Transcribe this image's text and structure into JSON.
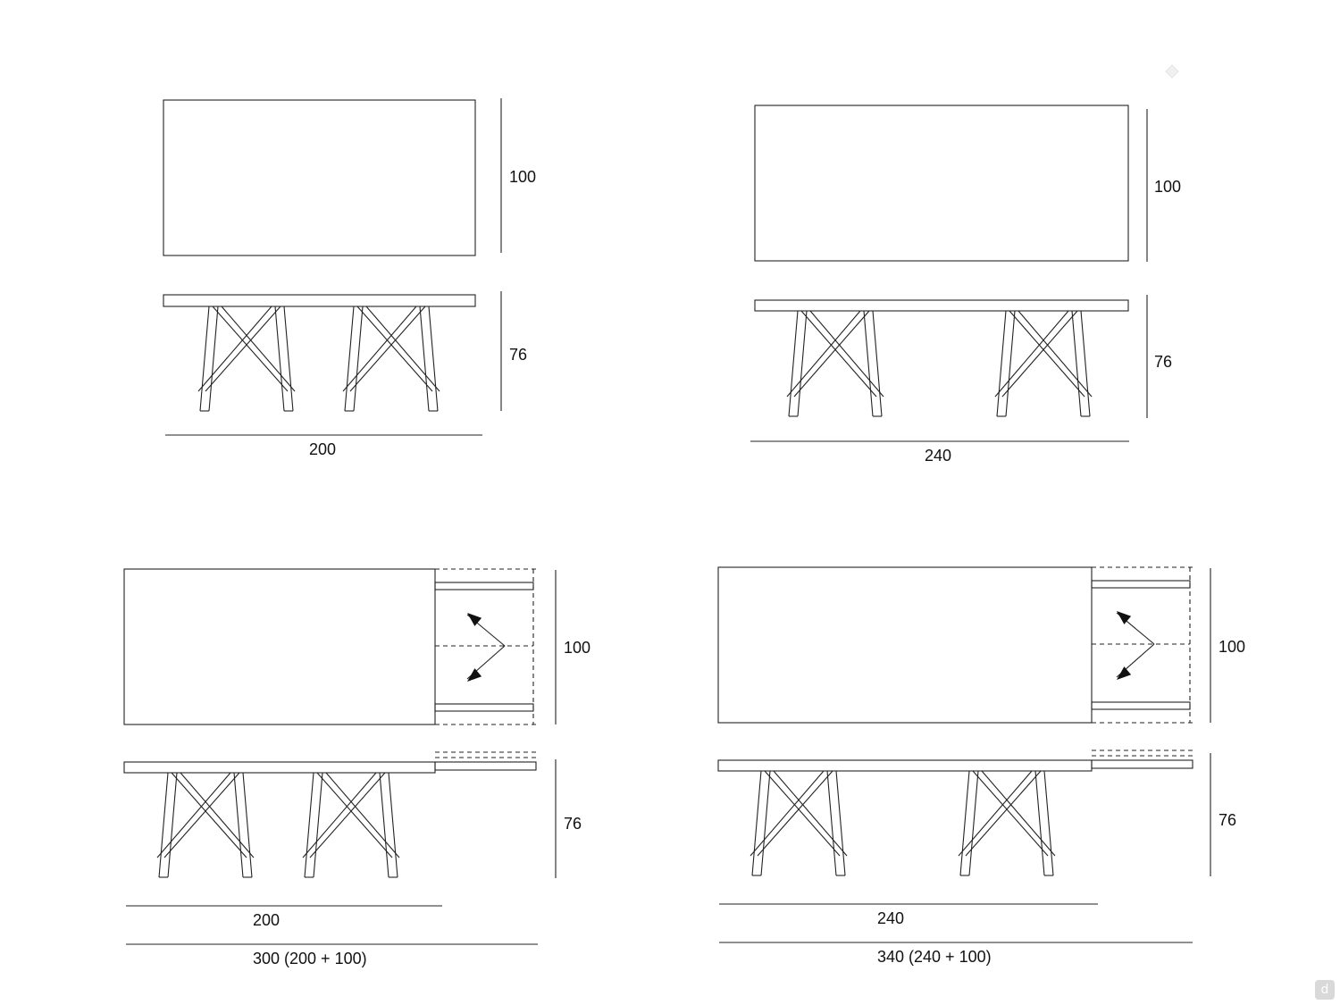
{
  "drawings": [
    {
      "id": "table-200",
      "width_label": "200",
      "plan_depth_label": "100",
      "height_label": "76"
    },
    {
      "id": "table-240",
      "width_label": "240",
      "plan_depth_label": "100",
      "height_label": "76"
    },
    {
      "id": "table-200-extended",
      "width_label": "200",
      "plan_depth_label": "100",
      "height_label": "76",
      "total_label": "300 (200 + 100)"
    },
    {
      "id": "table-240-extended",
      "width_label": "240",
      "plan_depth_label": "100",
      "height_label": "76",
      "total_label": "340 (240 + 100)"
    }
  ],
  "brand_badge_text": "d",
  "icons": {
    "top_right": "diamond-watermark-icon",
    "bottom_right": "brand-logo-icon"
  },
  "colors": {
    "line": "#222222",
    "text": "#111111",
    "arrow": "#111111"
  }
}
